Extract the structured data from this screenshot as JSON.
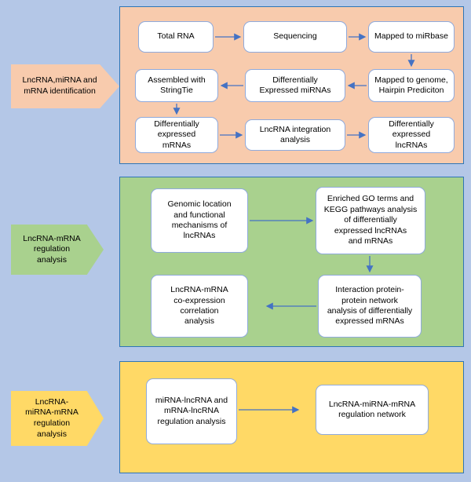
{
  "colors": {
    "background": "#b4c7e7",
    "section1_fill": "#f8cbad",
    "section2_fill": "#a9d18e",
    "section3_fill": "#ffd966",
    "border": "#2e75b6",
    "arrow": "#4472c4"
  },
  "section1": {
    "label": "LncRNA,miRNA and\nmRNA identification",
    "boxes": {
      "total_rna": "Total RNA",
      "sequencing": "Sequencing",
      "mapped_mirbase": "Mapped to miRbase",
      "mapped_genome": "Mapped to genome,\nHairpin Prediciton",
      "diff_mirnas": "Differentially\nExpressed miRNAs",
      "assembled": "Assembled with\nStringTie",
      "diff_mrnas": "Differentially\nexpressed\nmRNAs",
      "integration": "LncRNA integration\nanalysis",
      "diff_lncrnas": "Differentially\nexpressed\nlncRNAs"
    }
  },
  "section2": {
    "label": "LncRNA-mRNA\nregulation\nanalysis",
    "boxes": {
      "genomic": "Genomic location\nand functional\nmechanisms of\nlncRNAs",
      "enriched": "Enriched GO terms and\nKEGG pathways analysis\nof differentially\nexpressed lncRNAs\nand mRNAs",
      "interaction": "Interaction protein-\nprotein network\nanalysis of differentially\nexpressed mRNAs",
      "coexpression": "LncRNA-mRNA\nco-expression\ncorrelation\nanalysis"
    }
  },
  "section3": {
    "label": "LncRNA-\nmiRNA-mRNA\nregulation\nanalysis",
    "boxes": {
      "mirna_lncrna": "miRNA-lncRNA and\nmRNA-lncRNA\nregulation analysis",
      "network": "LncRNA-miRNA-mRNA\nregulation network"
    }
  }
}
